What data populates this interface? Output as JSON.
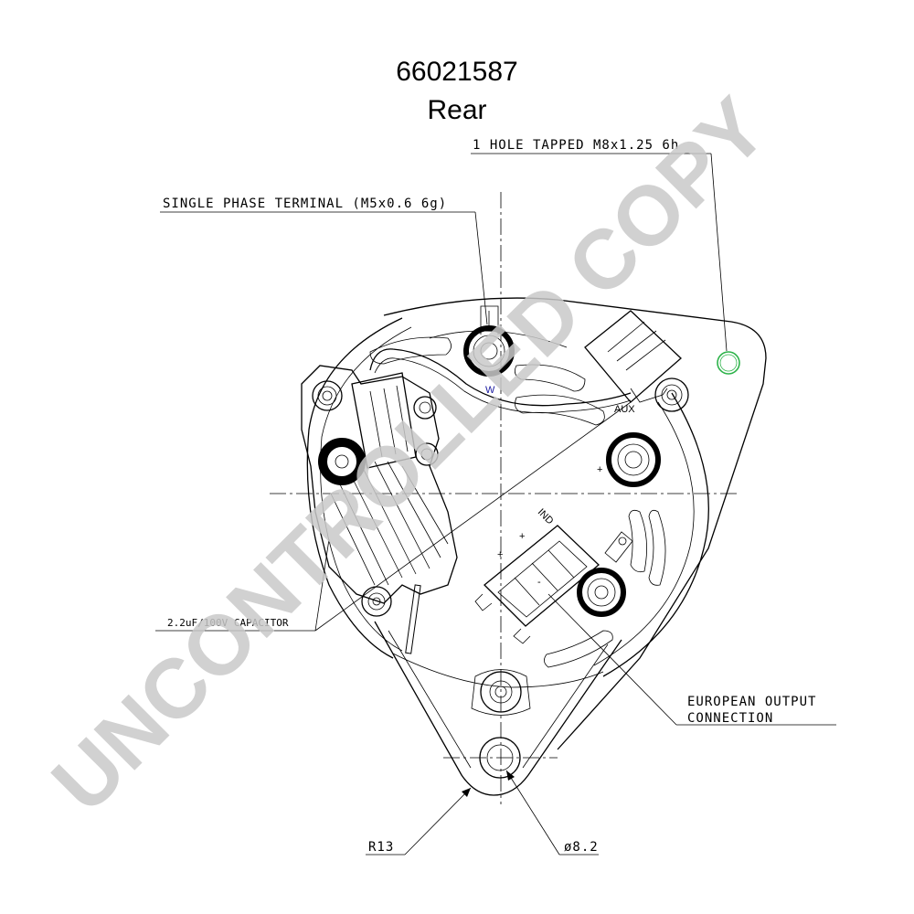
{
  "title": {
    "part_number": "66021587",
    "view": "Rear"
  },
  "callouts": {
    "hole_tapped": "1 HOLE TAPPED M8x1.25 6h",
    "single_phase": "SINGLE PHASE TERMINAL (M5x0.6 6g)",
    "capacitor": "2.2uF/100V CAPACITOR",
    "european_output_line1": "EUROPEAN OUTPUT",
    "european_output_line2": "CONNECTION",
    "radius": "R13",
    "diameter": "ø8.2"
  },
  "terminal_marks": {
    "w": "W",
    "aux": "AUX",
    "plus": "+",
    "ind": "IND",
    "plus2": "+",
    "plus3": "+",
    "minus": "-"
  },
  "watermark": "UNCONTROLLED COPY",
  "colors": {
    "line": "#000000",
    "w_label": "#1a1aa0",
    "tapped_hole": "#2db34a",
    "watermark": "#c9c9c9"
  }
}
